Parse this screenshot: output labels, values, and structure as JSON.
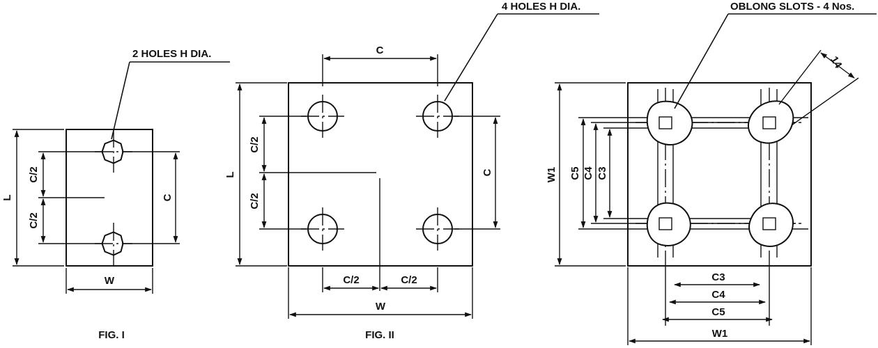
{
  "fig1": {
    "caption": "FIG. I",
    "callout": "2 HOLES H DIA.",
    "dim_length": "L",
    "dim_width": "W",
    "dim_center": "C",
    "dim_half_top": "C/2",
    "dim_half_bottom": "C/2"
  },
  "fig2": {
    "caption": "FIG. II",
    "callout": "4 HOLES H DIA.",
    "dim_top": "C",
    "dim_right": "C",
    "dim_length": "L",
    "dim_width": "W",
    "dim_half_top": "C/2",
    "dim_half_bottom": "C/2",
    "dim_half_left": "C/2",
    "dim_half_right": "C/2"
  },
  "fig3": {
    "callout": "OBLONG SLOTS - 4 Nos.",
    "dim_slot": "14",
    "dim_w1_vertical": "W1",
    "dim_c5_vertical": "C5",
    "dim_c4_vertical": "C4",
    "dim_c3_vertical": "C3",
    "dim_c3_horizontal": "C3",
    "dim_c4_horizontal": "C4",
    "dim_c5_horizontal": "C5",
    "dim_w1_horizontal": "W1"
  }
}
